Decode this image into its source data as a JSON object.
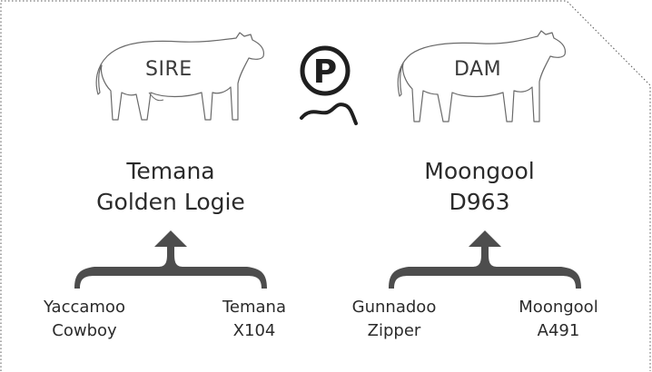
{
  "sire": {
    "role": "SIRE",
    "name_line1": "Temana",
    "name_line2": "Golden Logie",
    "parents": [
      {
        "line1": "Yaccamoo",
        "line2": "Cowboy"
      },
      {
        "line1": "Temana",
        "line2": "X104"
      }
    ]
  },
  "dam": {
    "role": "DAM",
    "name_line1": "Moongool",
    "name_line2": "D963",
    "parents": [
      {
        "line1": "Gunnadoo",
        "line2": "Zipper"
      },
      {
        "line1": "Moongool",
        "line2": "A491"
      }
    ]
  },
  "logo": {
    "letter": "P",
    "icon": "p-brand-icon"
  },
  "colors": {
    "arrow": "#4d4d4d",
    "outline": "#555555",
    "text": "#2b2b2b"
  }
}
